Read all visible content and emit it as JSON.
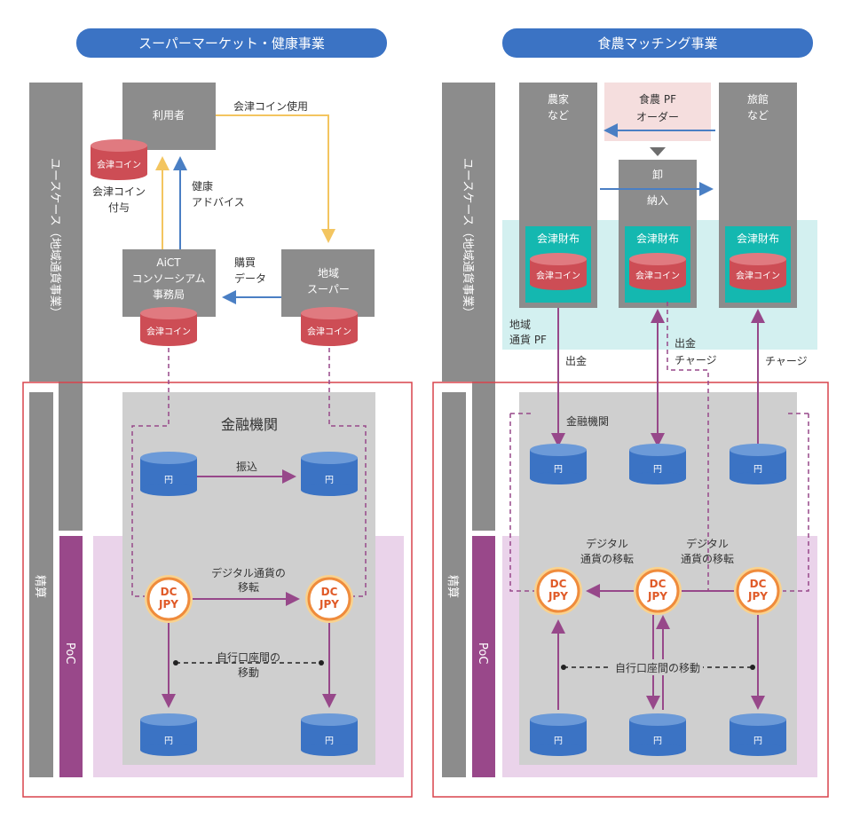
{
  "left": {
    "header": "スーパーマーケット・健康事業",
    "usecase_label": "ユースケース（地域通貨事業）",
    "seisan_label": "精算",
    "poc_label": "PoC",
    "user_box": "利用者",
    "aict_box": [
      "AiCT",
      "コンソーシアム",
      "事務局"
    ],
    "super_box": [
      "地域",
      "スーパー"
    ],
    "aizu_coin": "会津コイン",
    "coin_use": "会津コイン使用",
    "coin_grant": [
      "会津コイン",
      "付与"
    ],
    "health_advice": [
      "健康",
      "アドバイス"
    ],
    "purchase_data": [
      "購買",
      "データ"
    ],
    "bank_title": "金融機関",
    "yen": "円",
    "transfer": "振込",
    "digital_transfer": [
      "デジタル通貨の",
      "移転"
    ],
    "dc_label": [
      "DC",
      "JPY"
    ],
    "own_account_move": [
      "自行口座間の",
      "移動"
    ]
  },
  "right": {
    "header": "食農マッチング事業",
    "usecase_label": "ユースケース（地域通貨事業）",
    "seisan_label": "精算",
    "poc_label": "PoC",
    "farmer_box": [
      "農家",
      "など"
    ],
    "inn_box": [
      "旅館",
      "など"
    ],
    "pf_box": [
      "食農 PF",
      "オーダー"
    ],
    "wholesale_box": "卸",
    "delivery": "納入",
    "wallet": "会津財布",
    "aizu_coin": "会津コイン",
    "local_pf": [
      "地域",
      "通貨 PF"
    ],
    "withdraw": "出金",
    "withdraw_charge": [
      "出金",
      "チャージ"
    ],
    "charge": "チャージ",
    "bank_title": "金融機関",
    "yen": "円",
    "digital_move": [
      "デジタル",
      "通貨の移転"
    ],
    "dc_label": [
      "DC",
      "JPY"
    ],
    "own_account_move": "自行口座間の移動"
  },
  "colors": {
    "header_blue": "#3b73c4",
    "gray_box": "#8c8c8c",
    "bank_gray": "#d0d0d0",
    "poc_pink": "#ead3ea",
    "poc_purple": "#99488a",
    "frame_red": "#d9434c",
    "coin_red": "#cd4d55",
    "yen_blue": "#3b73c4",
    "wallet_teal": "#14b8b0",
    "wallet_bg": "#d3f0f0",
    "pf_pink": "#f5dede",
    "arrow_yellow": "#f3c560",
    "arrow_blue": "#4a7fc4",
    "arrow_purple": "#97488a",
    "dc_orange": "#ef8b3c"
  }
}
